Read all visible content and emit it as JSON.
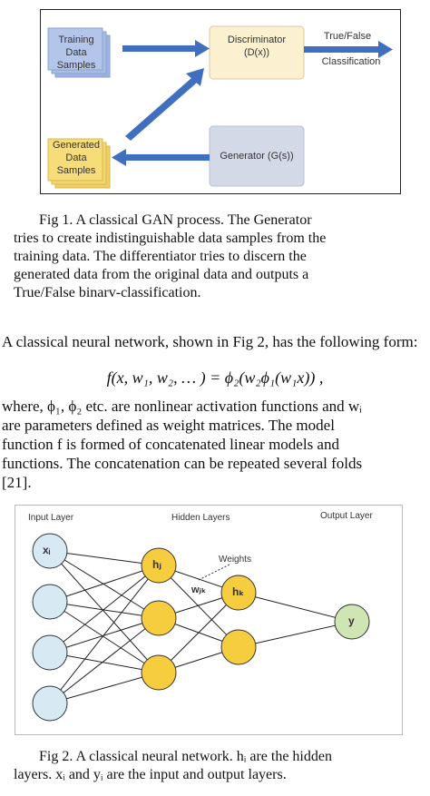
{
  "figure1": {
    "training_box": [
      "Training",
      "Data",
      "Samples"
    ],
    "generated_box": [
      "Generated",
      "Data",
      "Samples"
    ],
    "discriminator": [
      "Discriminator",
      "(D(x))"
    ],
    "generator": "Generator (G(s))",
    "output_label": [
      "True/False",
      "Classification"
    ],
    "colors": {
      "blue_fill": "#9db3df",
      "yellow_fill": "#f7dc7a",
      "cream_fill": "#fbf0cf",
      "gray_fill": "#d3d9e6",
      "arrow": "#3f6fbe"
    },
    "caption_lines": [
      "Fig 1. A classical GAN process. The Generator",
      "tries to create indistinguishable data  samples from the",
      "training data. The differentiator tries to discern the",
      "generated data from the original data and outputs a",
      "True/False binarv-classification."
    ]
  },
  "paragraph1": "A classical neural network, shown in Fig 2, has the following form:",
  "formula": "f(x, w₁, w₂, … ) = ϕ₂(w₂ϕ₁(w₁x)) ,",
  "paragraph2": [
    "where, ϕ₁, ϕ₂ etc. are nonlinear activation functions and wᵢ",
    "are parameters defined as weight matrices. The model",
    "function f is formed of concatenated linear models and",
    "functions. The concatenation can be repeated several folds",
    "[21]."
  ],
  "figure2": {
    "input_layer_label": "Input Layer",
    "hidden_layers_label": "Hidden Layers",
    "output_layer_label": "Output Layer",
    "weights_label": "Weights",
    "node_labels": {
      "input": "xᵢ",
      "hidden1": "hⱼ",
      "hidden2": "hₖ",
      "weight": "wⱼₖ",
      "output": "y"
    },
    "colors": {
      "input_fill": "#d7eaf3",
      "hidden_fill": "#f6cd3f",
      "output_fill": "#cfe6b4"
    },
    "caption_lines": [
      "Fig 2. A classical neural network. hᵢ are the hidden",
      "layers. xᵢ and yᵢ are the input and output layers."
    ]
  }
}
